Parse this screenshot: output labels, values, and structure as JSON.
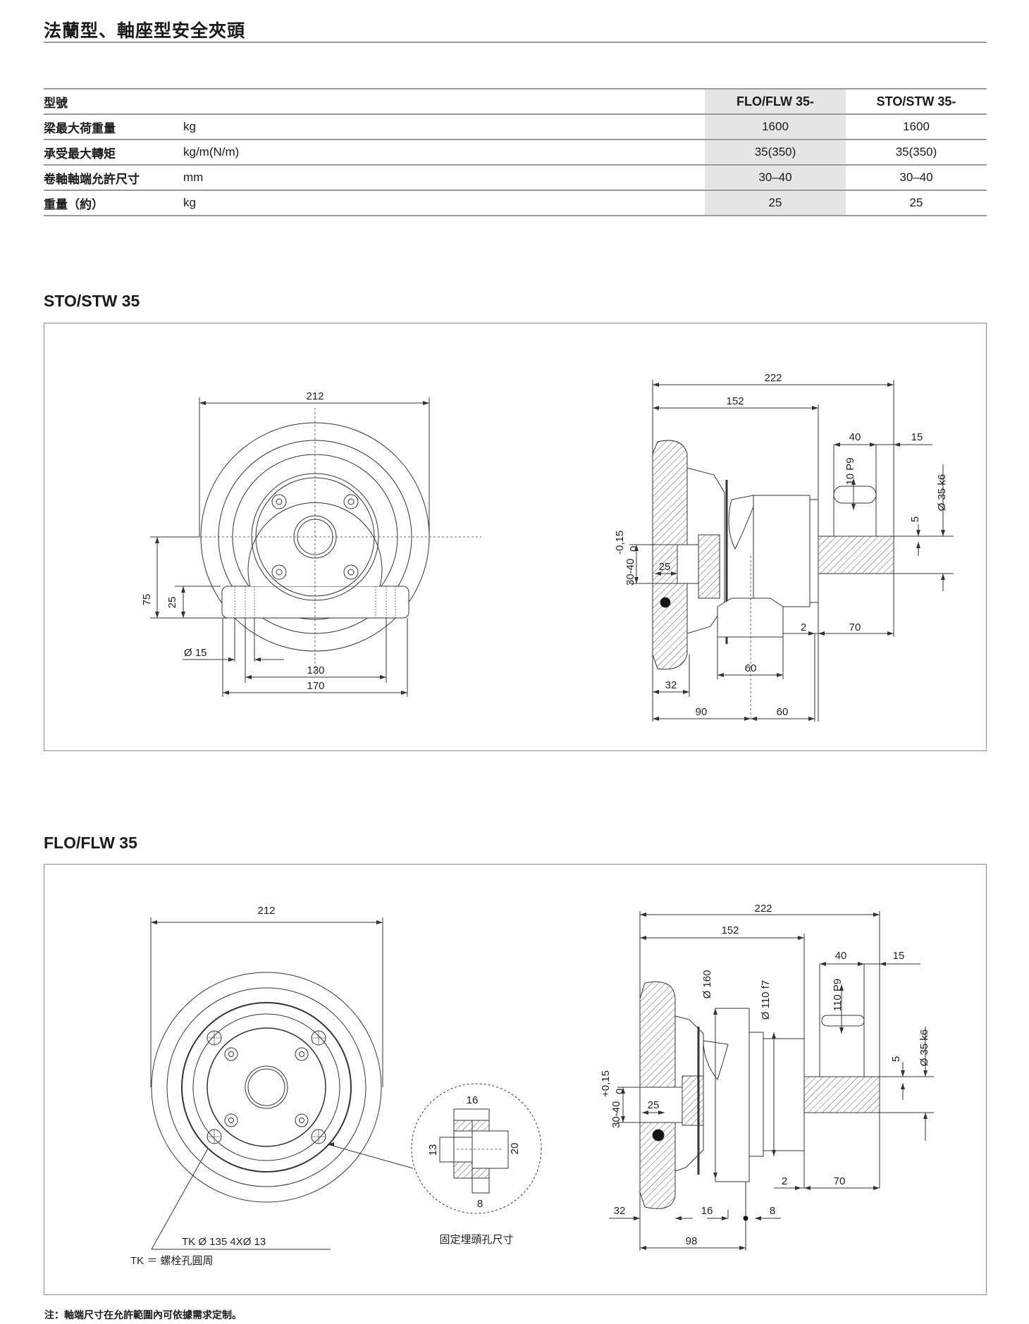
{
  "title": "法蘭型、軸座型安全夾頭",
  "table": {
    "header": {
      "label": "型號",
      "cols": [
        "FLO/FLW 35-",
        "STO/STW 35-"
      ]
    },
    "rows": [
      {
        "label": "梁最大荷重量",
        "unit": "kg",
        "values": [
          "1600",
          "1600"
        ]
      },
      {
        "label": "承受最大轉矩",
        "unit": "kg/m(N/m)",
        "values": [
          "35(350)",
          "35(350)"
        ]
      },
      {
        "label": "卷軸軸端允許尺寸",
        "unit": "mm",
        "values": [
          "30–40",
          "30–40"
        ]
      },
      {
        "label": "重量（約）",
        "unit": "kg",
        "values": [
          "25",
          "25"
        ]
      }
    ]
  },
  "sto": {
    "title": "STO/STW 35",
    "front": {
      "d212": "212",
      "d75": "75",
      "d25": "25",
      "d15": "Ø 15",
      "d130": "130",
      "d170": "170"
    },
    "side": {
      "d222": "222",
      "d152": "152",
      "d40": "40",
      "d15": "15",
      "key": "10 P9",
      "shaft": "Ø 35 k6",
      "d5": "5",
      "tol_main": "30-40",
      "tol_upper": "-0,15",
      "tol_lower": "0",
      "d25": "25",
      "d2": "2",
      "d70": "70",
      "d60_foot": "60",
      "d32": "32",
      "d90": "90",
      "d60": "60"
    }
  },
  "flo": {
    "title": "FLO/FLW 35",
    "front": {
      "d212": "212",
      "tk": "TK Ø 135  4XØ 13",
      "tk_legend": "TK ＝ 螺栓孔圓周",
      "detail": {
        "d16": "16",
        "d13": "13",
        "d20": "20",
        "d8": "8",
        "caption": "固定埋頭孔尺寸"
      }
    },
    "side": {
      "d222": "222",
      "d152": "152",
      "d40": "40",
      "d15": "15",
      "key": "110 P9",
      "shaft": "Ø 35 k6",
      "d5": "5",
      "tol_main": "30-40",
      "tol_upper": "+0,15",
      "tol_lower": "0",
      "d160": "Ø 160",
      "d110": "Ø 110 f7",
      "d25": "25",
      "d2": "2",
      "d70": "70",
      "d32": "32",
      "d16": "16",
      "d8": "8",
      "d98": "98"
    }
  },
  "note": "注：軸端尺寸在允許範圍內可依據需求定制。",
  "colors": {
    "line": "#333333",
    "rule": "#9a9a9a",
    "shade": "#e4e5e7",
    "box_border": "#8a8a8a"
  }
}
